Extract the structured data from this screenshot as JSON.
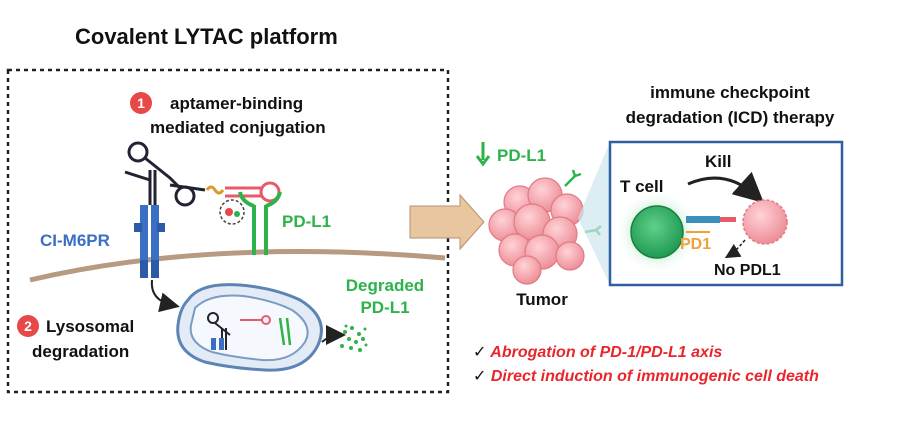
{
  "title": "Covalent LYTAC platform",
  "step1": {
    "number": "1",
    "line1": "aptamer-binding",
    "line2": "mediated conjugation"
  },
  "step2": {
    "number": "2",
    "line1": "Lysosomal",
    "line2": "degradation"
  },
  "receptor_label": "CI-M6PR",
  "pdl1_membrane_label": "PD-L1",
  "degraded": {
    "line1": "Degraded",
    "line2": "PD-L1"
  },
  "tumor": {
    "pdl1_label": "PD-L1",
    "label": "Tumor"
  },
  "icd": {
    "line1": "immune checkpoint",
    "line2": "degradation (ICD) therapy"
  },
  "inset": {
    "tcell": "T cell",
    "kill": "Kill",
    "pd1": "PD1",
    "no_pdl1": "No PDL1"
  },
  "outcomes": [
    {
      "check": "✓",
      "text": "Abrogation of PD-1/PD-L1 axis"
    },
    {
      "check": "✓",
      "text": "Direct induction of immunogenic cell death"
    }
  ],
  "colors": {
    "title": "#111111",
    "badge": "#e84848",
    "receptor": "#3a6fc4",
    "pdl1": "#2db34a",
    "outcome": "#e8262b",
    "tumor": "#f4a7ad",
    "arrow": "#e8c6a0",
    "inset_border": "#2f5f9e",
    "pd1": "#f0a23a"
  }
}
